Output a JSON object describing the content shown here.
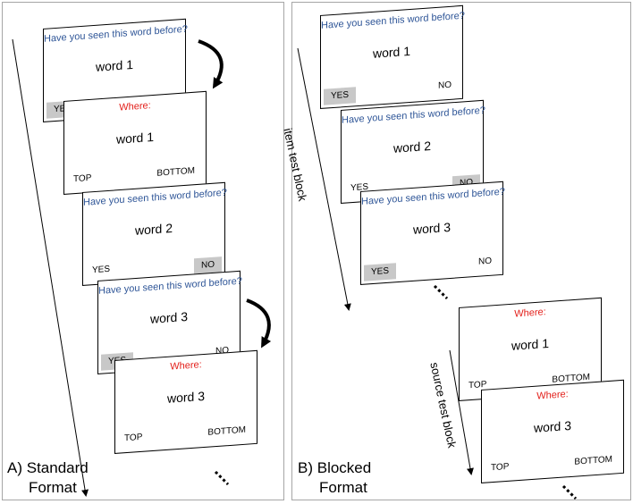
{
  "panels": {
    "a": {
      "letter": "A)",
      "line1": "Standard",
      "line2": "Format"
    },
    "b": {
      "letter": "B)",
      "line1": "Blocked",
      "line2": "Format"
    }
  },
  "labels": {
    "item_block": "item test block",
    "source_block": "source test block"
  },
  "cards": {
    "a1": {
      "question": "Have you seen this word before?",
      "word": "word 1",
      "left": "YES",
      "right": "NO"
    },
    "a2": {
      "question": "Where:",
      "word": "word 1",
      "left": "TOP",
      "right": "BOTTOM"
    },
    "a3": {
      "question": "Have you seen this word before?",
      "word": "word 2",
      "left": "YES",
      "right": "NO"
    },
    "a4": {
      "question": "Have you seen this word before?",
      "word": "word 3",
      "left": "YES",
      "right": "NO"
    },
    "a5": {
      "question": "Where:",
      "word": "word 3",
      "left": "TOP",
      "right": "BOTTOM"
    },
    "b1": {
      "question": "Have you seen this word before?",
      "word": "word 1",
      "left": "YES",
      "right": "NO"
    },
    "b2": {
      "question": "Have you seen this word before?",
      "word": "word 2",
      "left": "YES",
      "right": "NO"
    },
    "b3": {
      "question": "Have you seen this word before?",
      "word": "word 3",
      "left": "YES",
      "right": "NO"
    },
    "b4": {
      "question": "Where:",
      "word": "word 1",
      "left": "TOP",
      "right": "BOTTOM"
    },
    "b5": {
      "question": "Where:",
      "word": "word 3",
      "left": "TOP",
      "right": "BOTTOM"
    }
  },
  "colors": {
    "question": "#2e5597",
    "where": "#e3201b",
    "selected": "#c8c8c8"
  }
}
